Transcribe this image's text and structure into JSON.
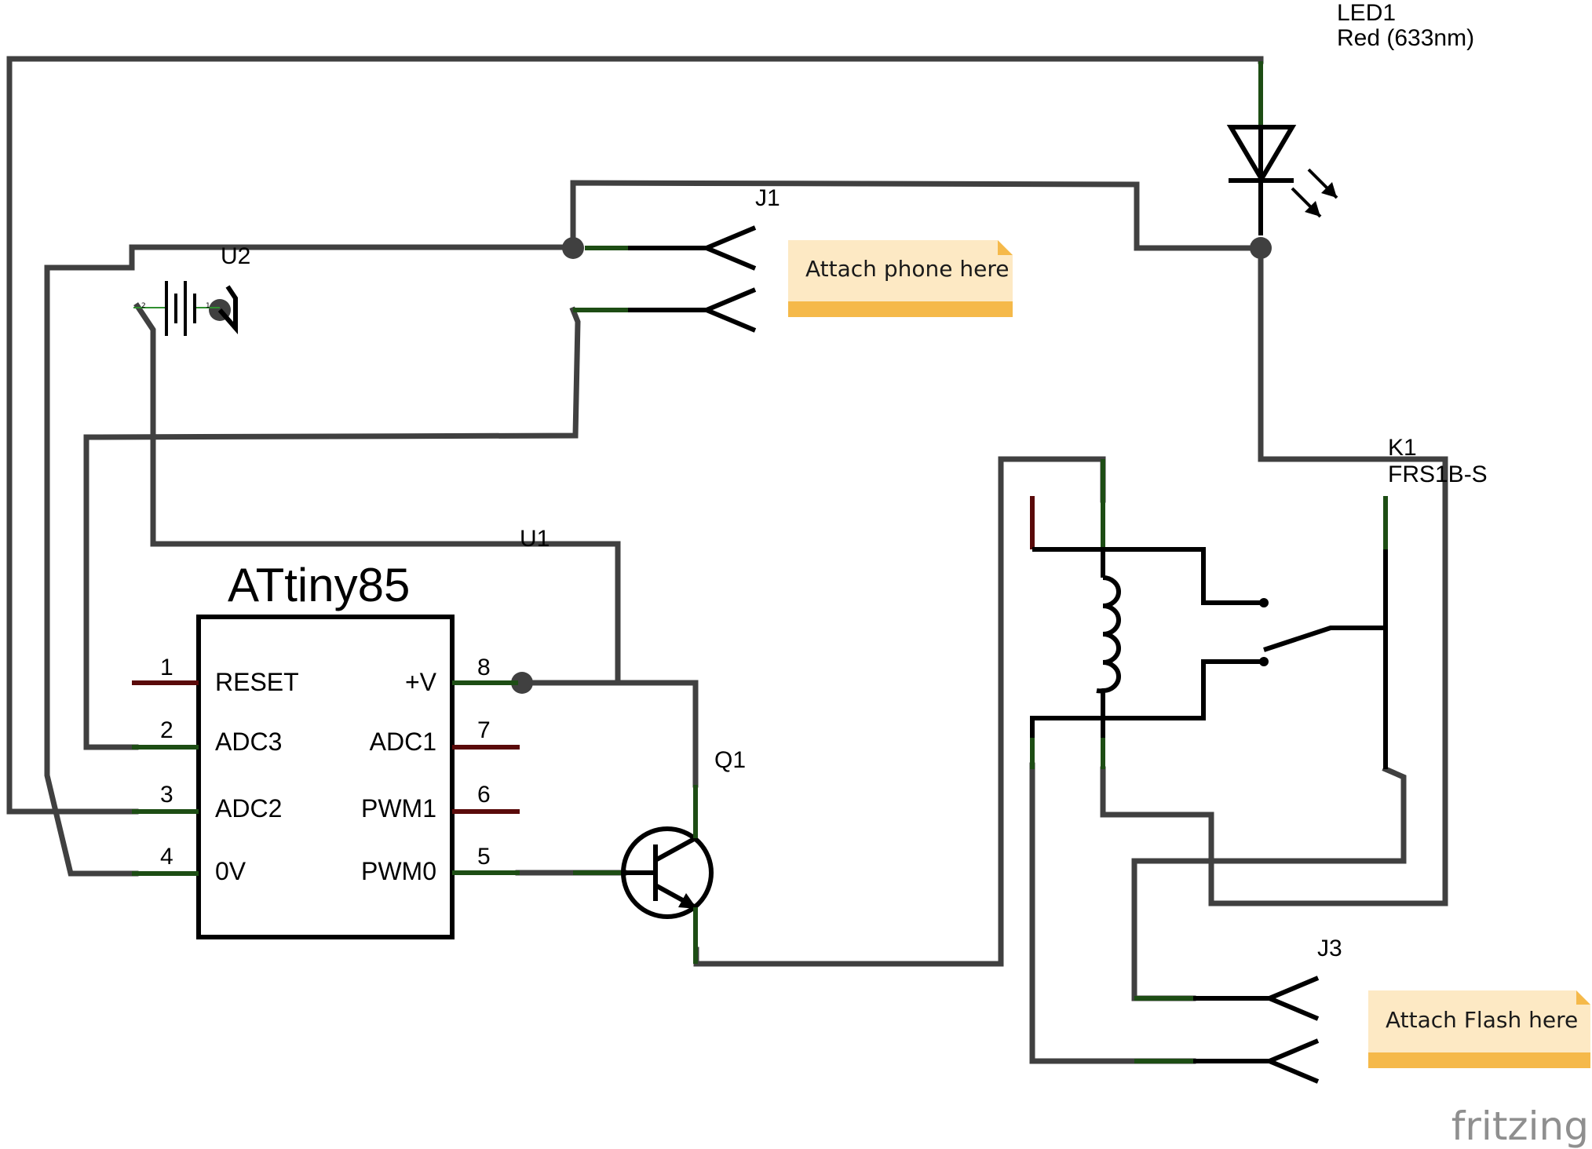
{
  "parts": {
    "led": {
      "ref": "LED1",
      "value": "Red (633nm)"
    },
    "jack_phone": {
      "ref": "J1"
    },
    "jack_flash": {
      "ref": "J3"
    },
    "battery": {
      "ref": "U2",
      "pin_left": "2",
      "pin_right": "1"
    },
    "mcu": {
      "ref": "U1",
      "title": "ATtiny85",
      "pins_left": [
        {
          "num": "1",
          "name": "RESET"
        },
        {
          "num": "2",
          "name": "ADC3"
        },
        {
          "num": "3",
          "name": "ADC2"
        },
        {
          "num": "4",
          "name": "0V"
        }
      ],
      "pins_right": [
        {
          "num": "8",
          "name": "+V"
        },
        {
          "num": "7",
          "name": "ADC1"
        },
        {
          "num": "6",
          "name": "PWM1"
        },
        {
          "num": "5",
          "name": "PWM0"
        }
      ]
    },
    "transistor": {
      "ref": "Q1"
    },
    "relay": {
      "ref": "K1",
      "value": "FRS1B-S"
    }
  },
  "notes": [
    {
      "text": "Attach phone here"
    },
    {
      "text": "Attach Flash here"
    }
  ],
  "branding": {
    "logo": "fritzing"
  },
  "colors": {
    "wire": "#404040",
    "connected_pin": "#1d4d14",
    "unconnected_pin": "#5a0a0a",
    "note_body": "#fde9c4",
    "note_bar": "#f5b94a",
    "logo": "#8f8f8f"
  }
}
